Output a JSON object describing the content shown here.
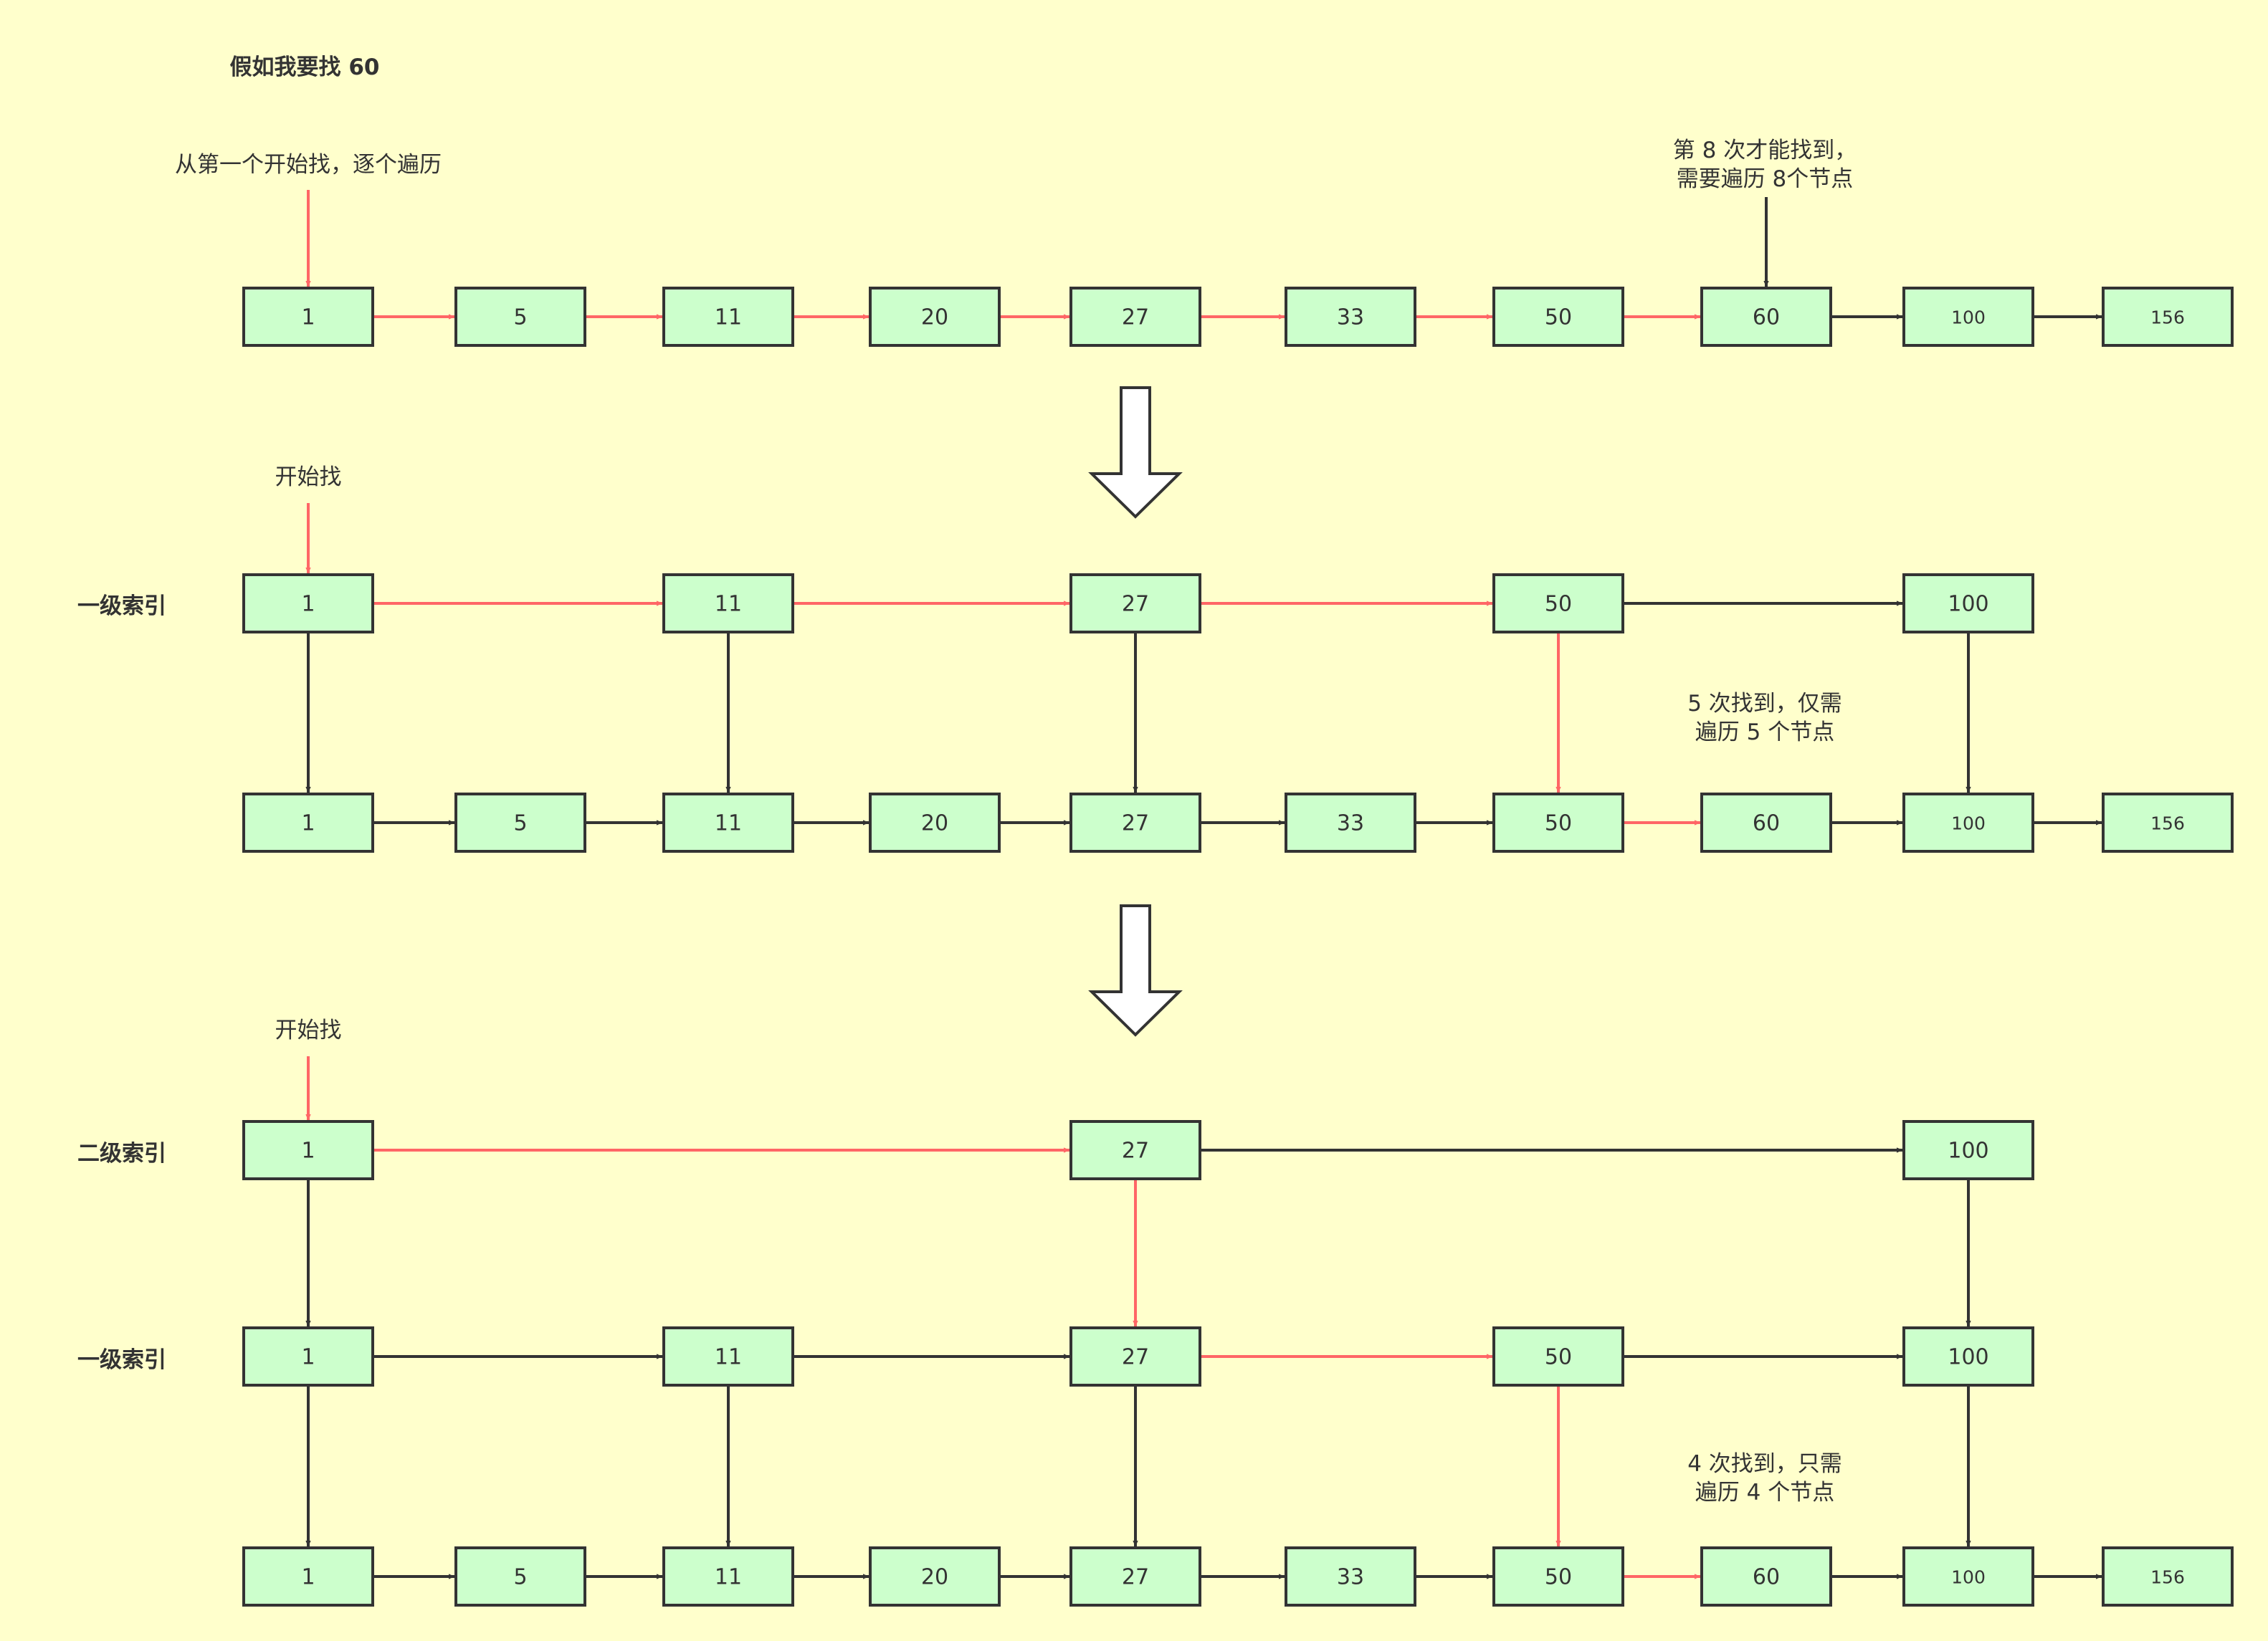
{
  "title": "假如我要找 60",
  "colors": {
    "background": "#ffffcc",
    "node_fill": "#ccffcc",
    "node_stroke": "#333333",
    "path_highlight": "#ff6666",
    "edge_default": "#333333"
  },
  "section1": {
    "start_label": "从第一个开始找，逐个遍历",
    "result_label": [
      "第 8 次才能找到，",
      "需要遍历 8个节点"
    ],
    "nodes": [
      "1",
      "5",
      "11",
      "20",
      "27",
      "33",
      "50",
      "60",
      "100",
      "156"
    ]
  },
  "section2": {
    "start_label": "开始找",
    "level1_label": "一级索引",
    "level1_nodes": [
      "1",
      "11",
      "27",
      "50",
      "100"
    ],
    "base_nodes": [
      "1",
      "5",
      "11",
      "20",
      "27",
      "33",
      "50",
      "60",
      "100",
      "156"
    ],
    "result_label": [
      "5 次找到，仅需",
      "遍历 5 个节点"
    ]
  },
  "section3": {
    "start_label": "开始找",
    "level2_label": "二级索引",
    "level1_label": "一级索引",
    "level2_nodes": [
      "1",
      "27",
      "100"
    ],
    "level1_nodes": [
      "1",
      "11",
      "27",
      "50",
      "100"
    ],
    "base_nodes": [
      "1",
      "5",
      "11",
      "20",
      "27",
      "33",
      "50",
      "60",
      "100",
      "156"
    ],
    "result_label": [
      "4 次找到，只需",
      "遍历 4 个节点"
    ]
  }
}
